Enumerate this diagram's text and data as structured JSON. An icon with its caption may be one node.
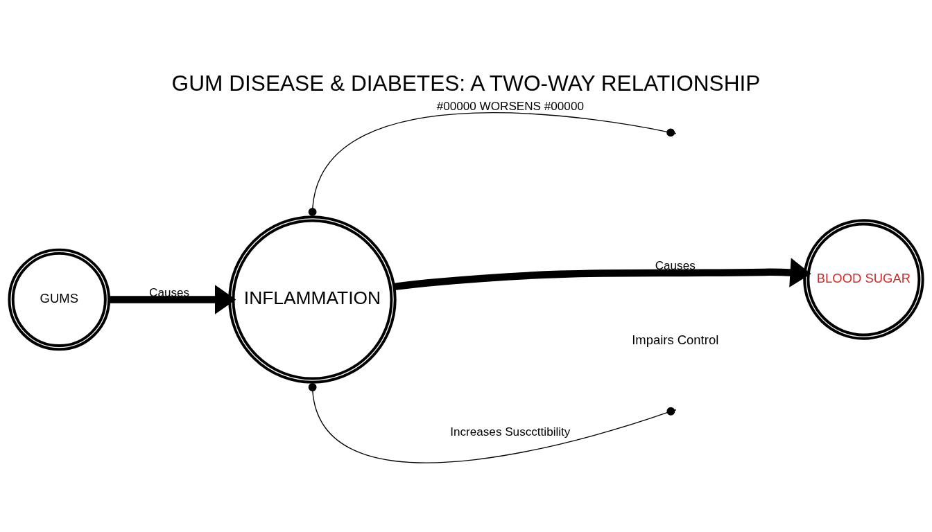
{
  "diagram": {
    "title": "GUM DISEASE & DIABETES: A TWO-WAY RELATIONSHIP",
    "nodes": [
      {
        "text": [
          "GUMS"
        ]
      },
      {
        "text": [
          "INFLAMMATION"
        ]
      },
      {
        "text": [
          "BLOOD SUGAR"
        ]
      }
    ],
    "edges": [
      {
        "from": 0,
        "to": 1,
        "arrow": "to",
        "label": "Causes",
        "style": "thick"
      },
      {
        "from": 1,
        "to": 2,
        "arrow": "to",
        "label": "Causes",
        "style": "thick"
      },
      {
        "from": 1,
        "to": null,
        "arrow": "other",
        "label": "#00000 WORSENS #00000"
      },
      {
        "from": 1,
        "to": null,
        "arrow": "other",
        "label": "Increases Susccttibility"
      }
    ],
    "labels": [
      "Impairs Control"
    ]
  }
}
